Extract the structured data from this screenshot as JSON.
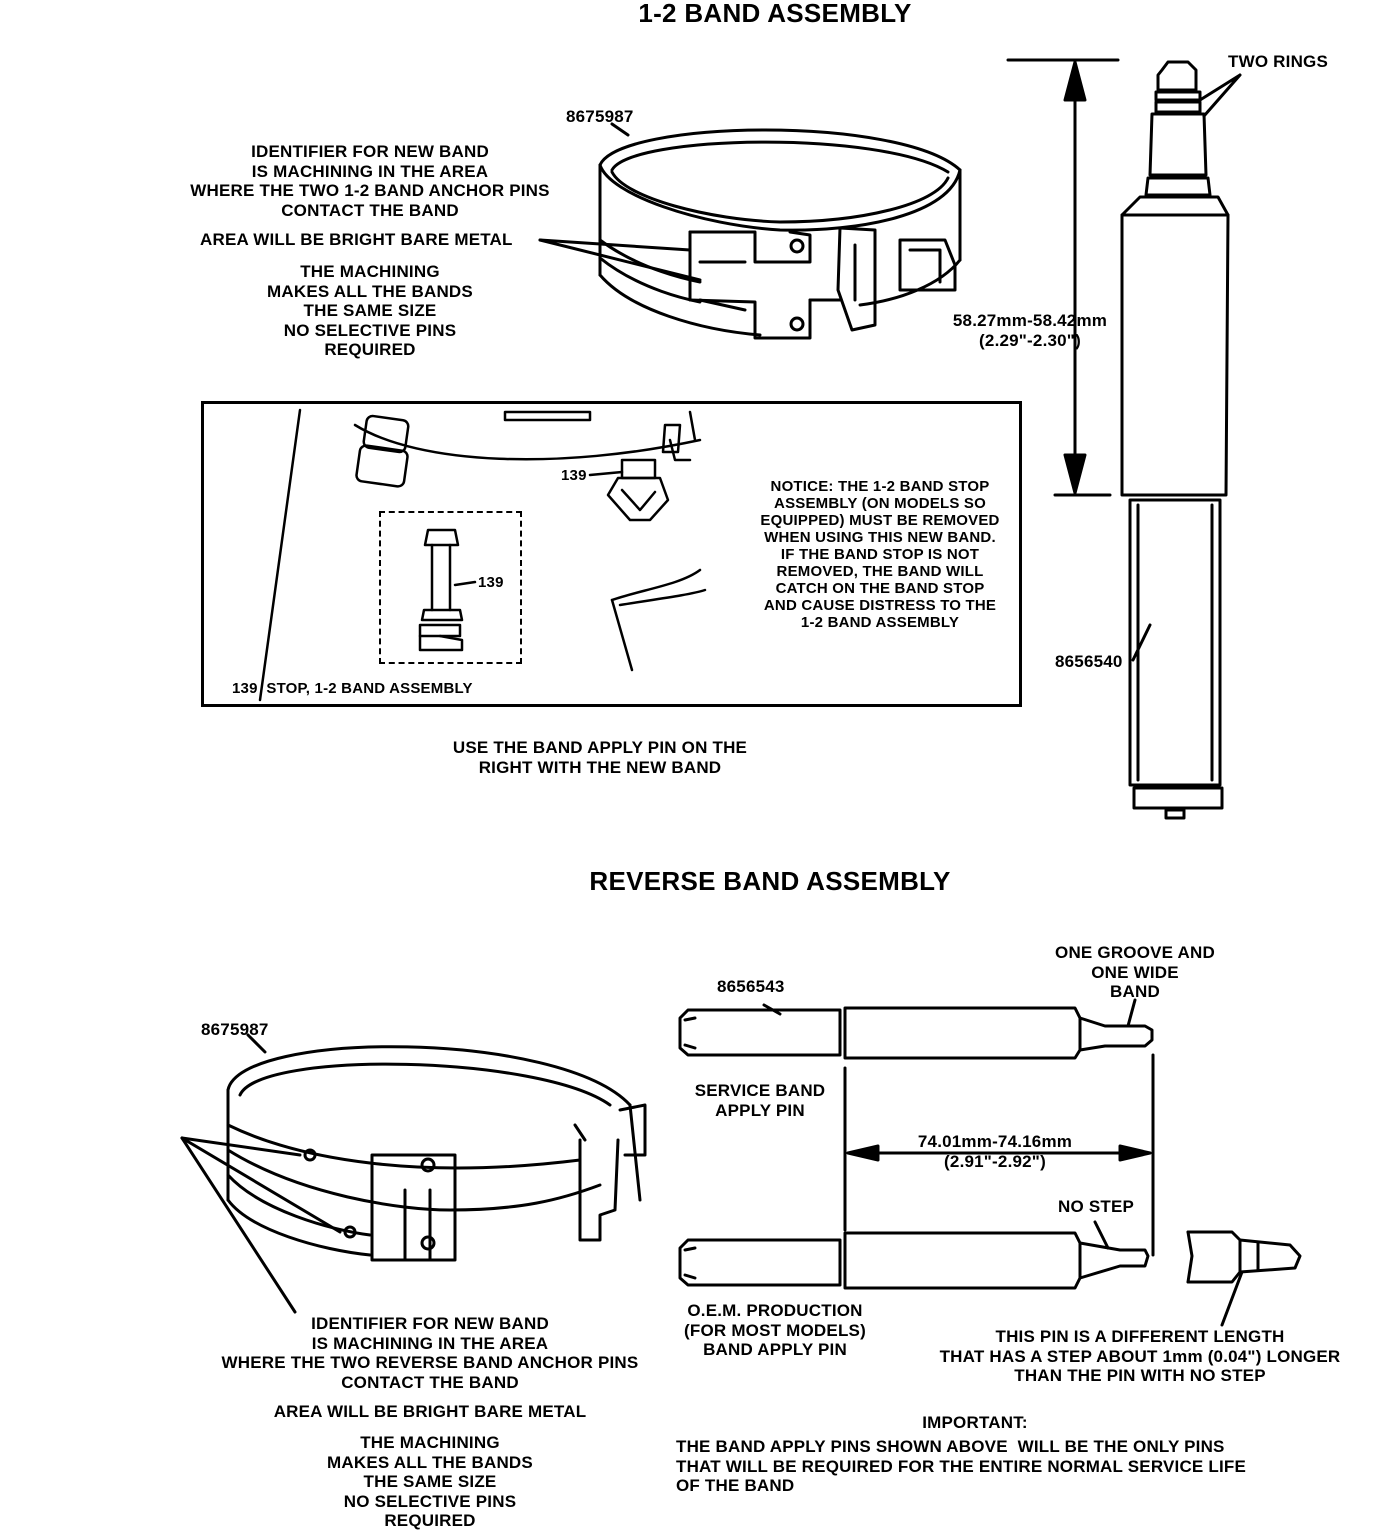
{
  "top": {
    "title": "1-2 BAND ASSEMBLY",
    "band_part": "8675987",
    "identifier": "IDENTIFIER FOR NEW BAND\nIS MACHINING IN THE AREA\nWHERE THE TWO 1-2 BAND ANCHOR PINS\nCONTACT THE BAND",
    "bright_metal": "AREA WILL BE BRIGHT BARE METAL",
    "machining": "THE MACHINING\nMAKES ALL THE BANDS\nTHE SAME SIZE\nNO SELECTIVE PINS\nREQUIRED",
    "two_rings": "TWO RINGS",
    "pin_length": "58.27mm-58.42mm\n(2.29\"-2.30\")",
    "pin_part": "8656540",
    "inset": {
      "callout_a": "139",
      "callout_b": "139",
      "caption": "139  STOP, 1-2 BAND ASSEMBLY",
      "notice": "NOTICE: THE 1-2 BAND STOP\nASSEMBLY (ON MODELS SO\nEQUIPPED) MUST BE REMOVED\nWHEN USING THIS NEW BAND.\nIF THE BAND STOP IS NOT\nREMOVED, THE BAND WILL\nCATCH ON THE BAND STOP\nAND CAUSE DISTRESS TO THE\n1-2 BAND ASSEMBLY"
    },
    "use_pin": "USE THE BAND APPLY PIN ON THE\nRIGHT WITH THE NEW BAND"
  },
  "bottom": {
    "title": "REVERSE BAND ASSEMBLY",
    "band_part": "8675987",
    "pin_part": "8656543",
    "groove": "ONE GROOVE AND\nONE WIDE\nBAND",
    "service_pin": "SERVICE BAND\nAPPLY PIN",
    "dimension": "74.01mm-74.16mm\n(2.91\"-2.92\")",
    "no_step": "NO STEP",
    "oem": "O.E.M. PRODUCTION\n(FOR MOST MODELS)\nBAND APPLY PIN",
    "diff_length": "THIS PIN IS A DIFFERENT LENGTH\nTHAT HAS A STEP ABOUT 1mm (0.04\") LONGER\nTHAN THE PIN WITH NO STEP",
    "identifier": "IDENTIFIER FOR NEW BAND\nIS MACHINING IN THE AREA\nWHERE THE TWO REVERSE BAND ANCHOR PINS\nCONTACT THE BAND",
    "bright_metal": "AREA WILL BE BRIGHT BARE METAL",
    "machining": "THE MACHINING\nMAKES ALL THE BANDS\nTHE SAME SIZE\nNO SELECTIVE PINS\nREQUIRED",
    "important_heading": "IMPORTANT:",
    "important_body": "THE BAND APPLY PINS SHOWN ABOVE  WILL BE THE ONLY PINS\nTHAT WILL BE REQUIRED FOR THE ENTIRE NORMAL SERVICE LIFE\nOF THE BAND"
  }
}
